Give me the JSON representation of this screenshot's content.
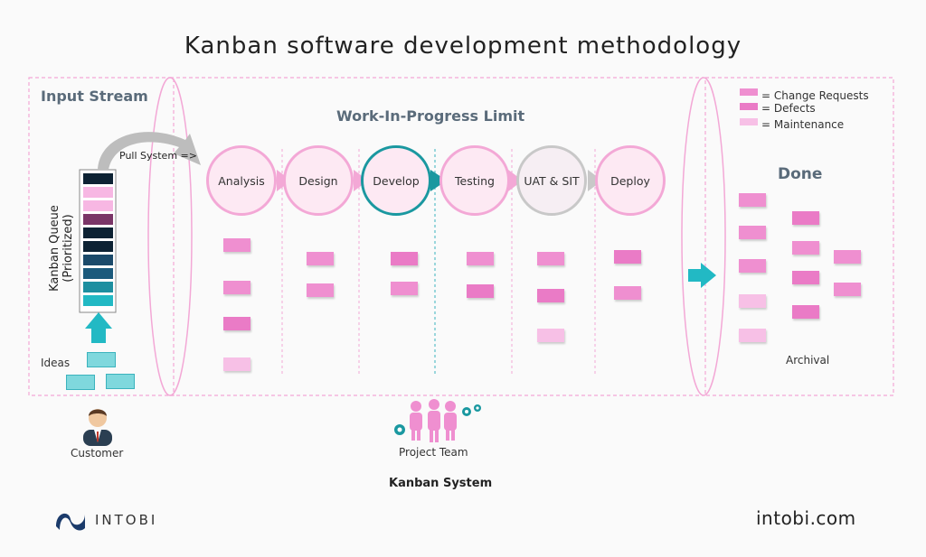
{
  "title": "Kanban software development methodology",
  "input_stream": "Input Stream",
  "wip_limit": "Work-In-Progress  Limit",
  "kanban_queue": "Kanban Queue (Prioritized)",
  "pull_system": "Pull System =>",
  "ideas": "Ideas",
  "customer": "Customer",
  "project_team": "Project Team",
  "kanban_system": "Kanban System",
  "done": "Done",
  "archival": "Archival",
  "stages": [
    "Analysis",
    "Design",
    "Develop",
    "Testing",
    "UAT & SIT",
    "Deploy"
  ],
  "legend": {
    "change_requests": "= Change Requests",
    "defects": "= Defects",
    "maintenance": "= Maintenance"
  },
  "colors": {
    "change_request": "#ef8fd0",
    "defect": "#ea7bc6",
    "maintenance": "#f7c0e6",
    "develop_accent": "#1a98a0",
    "queue_light": "#f7b7e3",
    "queue_purple": "#7a3567",
    "queue_dark": "#0d2233",
    "queue_navy": "#1b4a6a",
    "queue_teal": "#22b9c4"
  },
  "brand": "INTOBI",
  "site": "intobi.com"
}
